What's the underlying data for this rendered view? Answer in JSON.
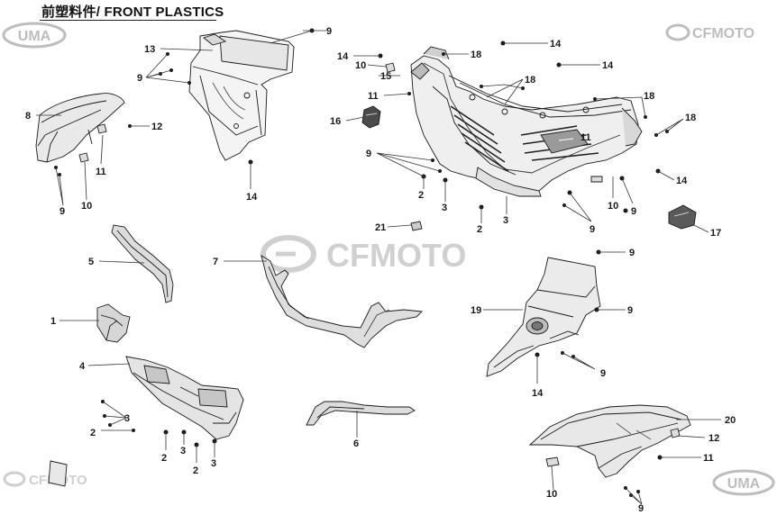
{
  "title": "前塑料件/ FRONT PLASTICS",
  "logos": {
    "uma": "UMA",
    "cfmoto": "CFMOTO"
  },
  "callouts": [
    {
      "id": "c1",
      "label": "1"
    },
    {
      "id": "c2a",
      "label": "2"
    },
    {
      "id": "c2b",
      "label": "2"
    },
    {
      "id": "c2c",
      "label": "2"
    },
    {
      "id": "c2d",
      "label": "2"
    },
    {
      "id": "c2e",
      "label": "2"
    },
    {
      "id": "c3a",
      "label": "3"
    },
    {
      "id": "c3b",
      "label": "3"
    },
    {
      "id": "c3c",
      "label": "3"
    },
    {
      "id": "c3d",
      "label": "3"
    },
    {
      "id": "c4",
      "label": "4"
    },
    {
      "id": "c5",
      "label": "5"
    },
    {
      "id": "c6",
      "label": "6"
    },
    {
      "id": "c7",
      "label": "7"
    },
    {
      "id": "c8",
      "label": "8"
    },
    {
      "id": "c9a",
      "label": "9"
    },
    {
      "id": "c9b",
      "label": "9"
    },
    {
      "id": "c9c",
      "label": "9"
    },
    {
      "id": "c9d",
      "label": "9"
    },
    {
      "id": "c9e",
      "label": "9"
    },
    {
      "id": "c9f",
      "label": "9"
    },
    {
      "id": "c9g",
      "label": "9"
    },
    {
      "id": "c9h",
      "label": "9"
    },
    {
      "id": "c9i",
      "label": "9"
    },
    {
      "id": "c9j",
      "label": "9"
    },
    {
      "id": "c10a",
      "label": "10"
    },
    {
      "id": "c10b",
      "label": "10"
    },
    {
      "id": "c10c",
      "label": "10"
    },
    {
      "id": "c10d",
      "label": "10"
    },
    {
      "id": "c11a",
      "label": "11"
    },
    {
      "id": "c11b",
      "label": "11"
    },
    {
      "id": "c11c",
      "label": "11"
    },
    {
      "id": "c11d",
      "label": "11"
    },
    {
      "id": "c12a",
      "label": "12"
    },
    {
      "id": "c12b",
      "label": "12"
    },
    {
      "id": "c13",
      "label": "13"
    },
    {
      "id": "c14a",
      "label": "14"
    },
    {
      "id": "c14b",
      "label": "14"
    },
    {
      "id": "c14c",
      "label": "14"
    },
    {
      "id": "c14d",
      "label": "14"
    },
    {
      "id": "c14e",
      "label": "14"
    },
    {
      "id": "c14f",
      "label": "14"
    },
    {
      "id": "c15",
      "label": "15"
    },
    {
      "id": "c16",
      "label": "16"
    },
    {
      "id": "c17",
      "label": "17"
    },
    {
      "id": "c18a",
      "label": "18"
    },
    {
      "id": "c18b",
      "label": "18"
    },
    {
      "id": "c18c",
      "label": "18"
    },
    {
      "id": "c18d",
      "label": "18"
    },
    {
      "id": "c19",
      "label": "19"
    },
    {
      "id": "c20",
      "label": "20"
    },
    {
      "id": "c21",
      "label": "21"
    }
  ],
  "colors": {
    "ink": "#1a1a1a",
    "leader": "#333333",
    "watermark": "#c9c9c9",
    "shade": "#9a9a9a",
    "dark": "#3a3a3a"
  }
}
